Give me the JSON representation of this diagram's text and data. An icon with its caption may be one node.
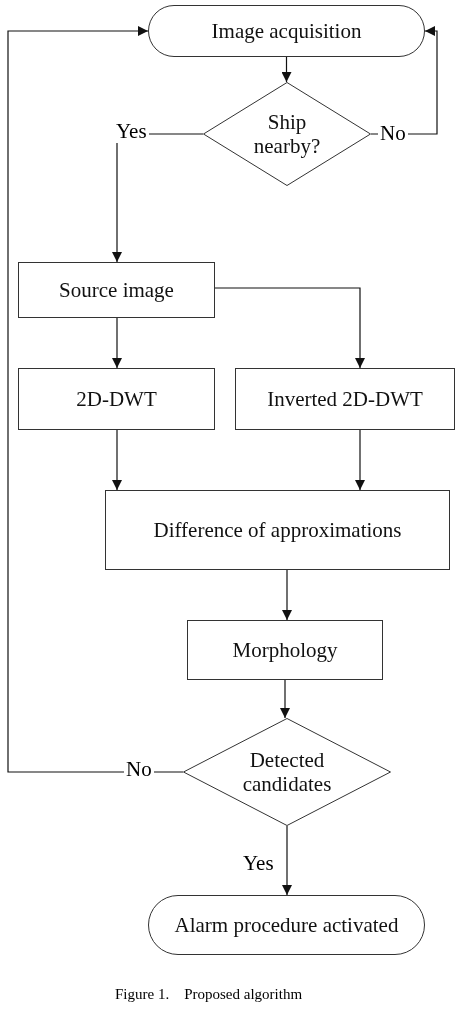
{
  "diagram": {
    "caption": "Figure 1.    Proposed algorithm",
    "nodes": [
      {
        "text": [
          "Image acquisition"
        ]
      },
      {
        "text": [
          "Ship nearby?"
        ]
      },
      {
        "text": [
          "Source image"
        ]
      },
      {
        "text": [
          "2D-DWT"
        ]
      },
      {
        "text": [
          "Inverted 2D-DWT"
        ]
      },
      {
        "text": [
          "Difference of approximations"
        ]
      },
      {
        "text": [
          "Morphology"
        ]
      },
      {
        "text": [
          "Detected candidates"
        ]
      },
      {
        "text": [
          "Alarm procedure activated"
        ]
      }
    ],
    "edges": [
      {
        "from": 0,
        "to": 1,
        "arrow": "to"
      },
      {
        "from": 1,
        "to": 0,
        "arrow": "to",
        "label": "No"
      },
      {
        "from": 1,
        "to": 2,
        "arrow": "to",
        "label": "Yes"
      },
      {
        "from": 2,
        "to": 3,
        "arrow": "to"
      },
      {
        "from": 2,
        "to": 4,
        "arrow": "to"
      },
      {
        "from": 3,
        "to": 5,
        "arrow": "to"
      },
      {
        "from": 4,
        "to": 5,
        "arrow": "to"
      },
      {
        "from": 5,
        "to": 6,
        "arrow": "to"
      },
      {
        "from": 6,
        "to": 7,
        "arrow": "to"
      },
      {
        "from": 7,
        "to": 0,
        "arrow": "to",
        "label": "No"
      },
      {
        "from": 7,
        "to": 8,
        "arrow": "to",
        "label": "Yes"
      }
    ]
  }
}
